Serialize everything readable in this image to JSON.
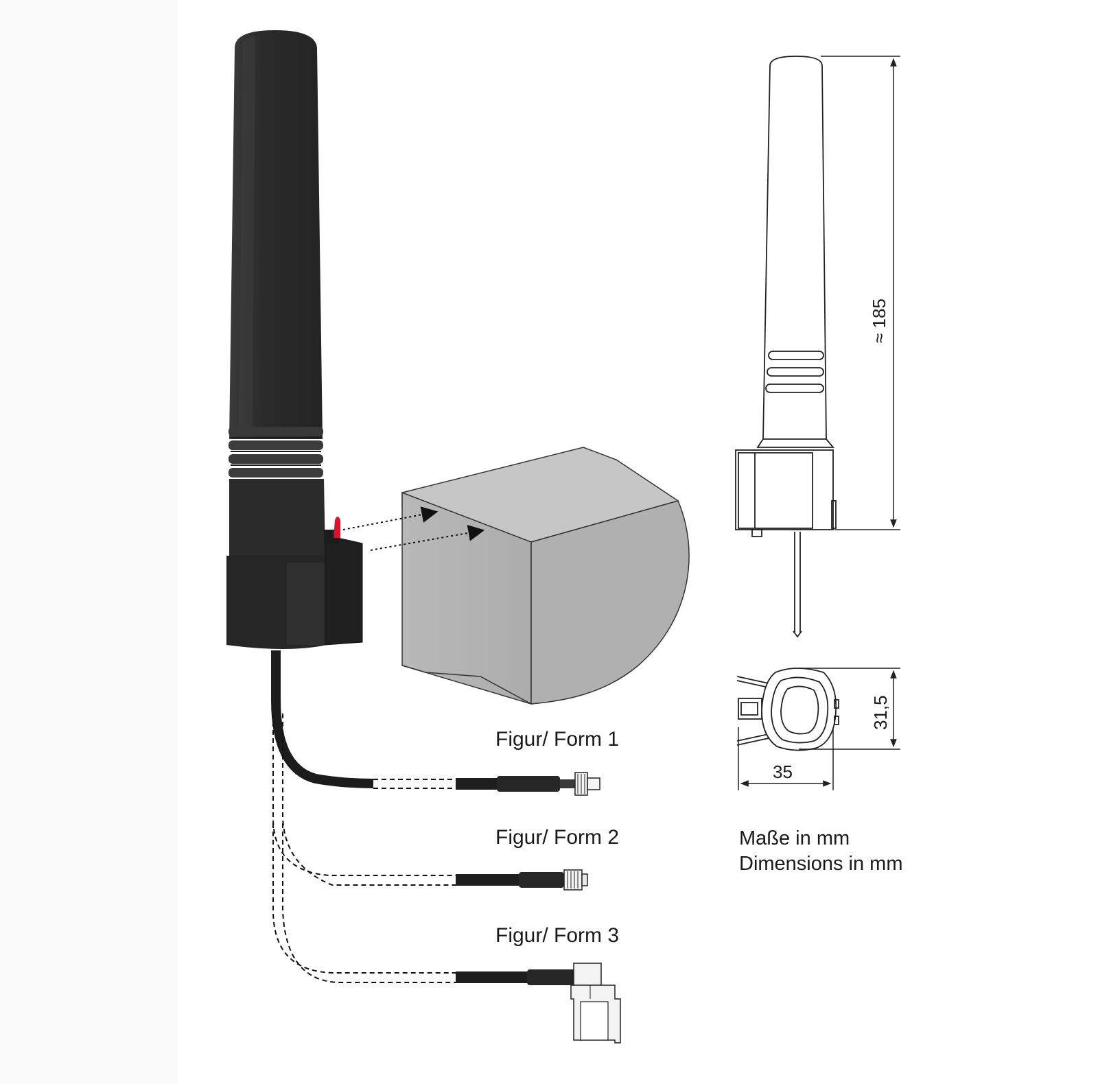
{
  "forms": [
    {
      "label": "Figur/ Form 1"
    },
    {
      "label": "Figur/ Form 2"
    },
    {
      "label": "Figur/ Form 3"
    }
  ],
  "dimensions": {
    "height": "≈ 185",
    "depth": "31,5",
    "width": "35"
  },
  "units_note": {
    "de": "Maße in mm",
    "en": "Dimensions in mm"
  },
  "colors": {
    "antenna_body": "#2f2f2f",
    "surface_block": "#b3b3b3",
    "adhesive_tab": "#e0102a"
  }
}
